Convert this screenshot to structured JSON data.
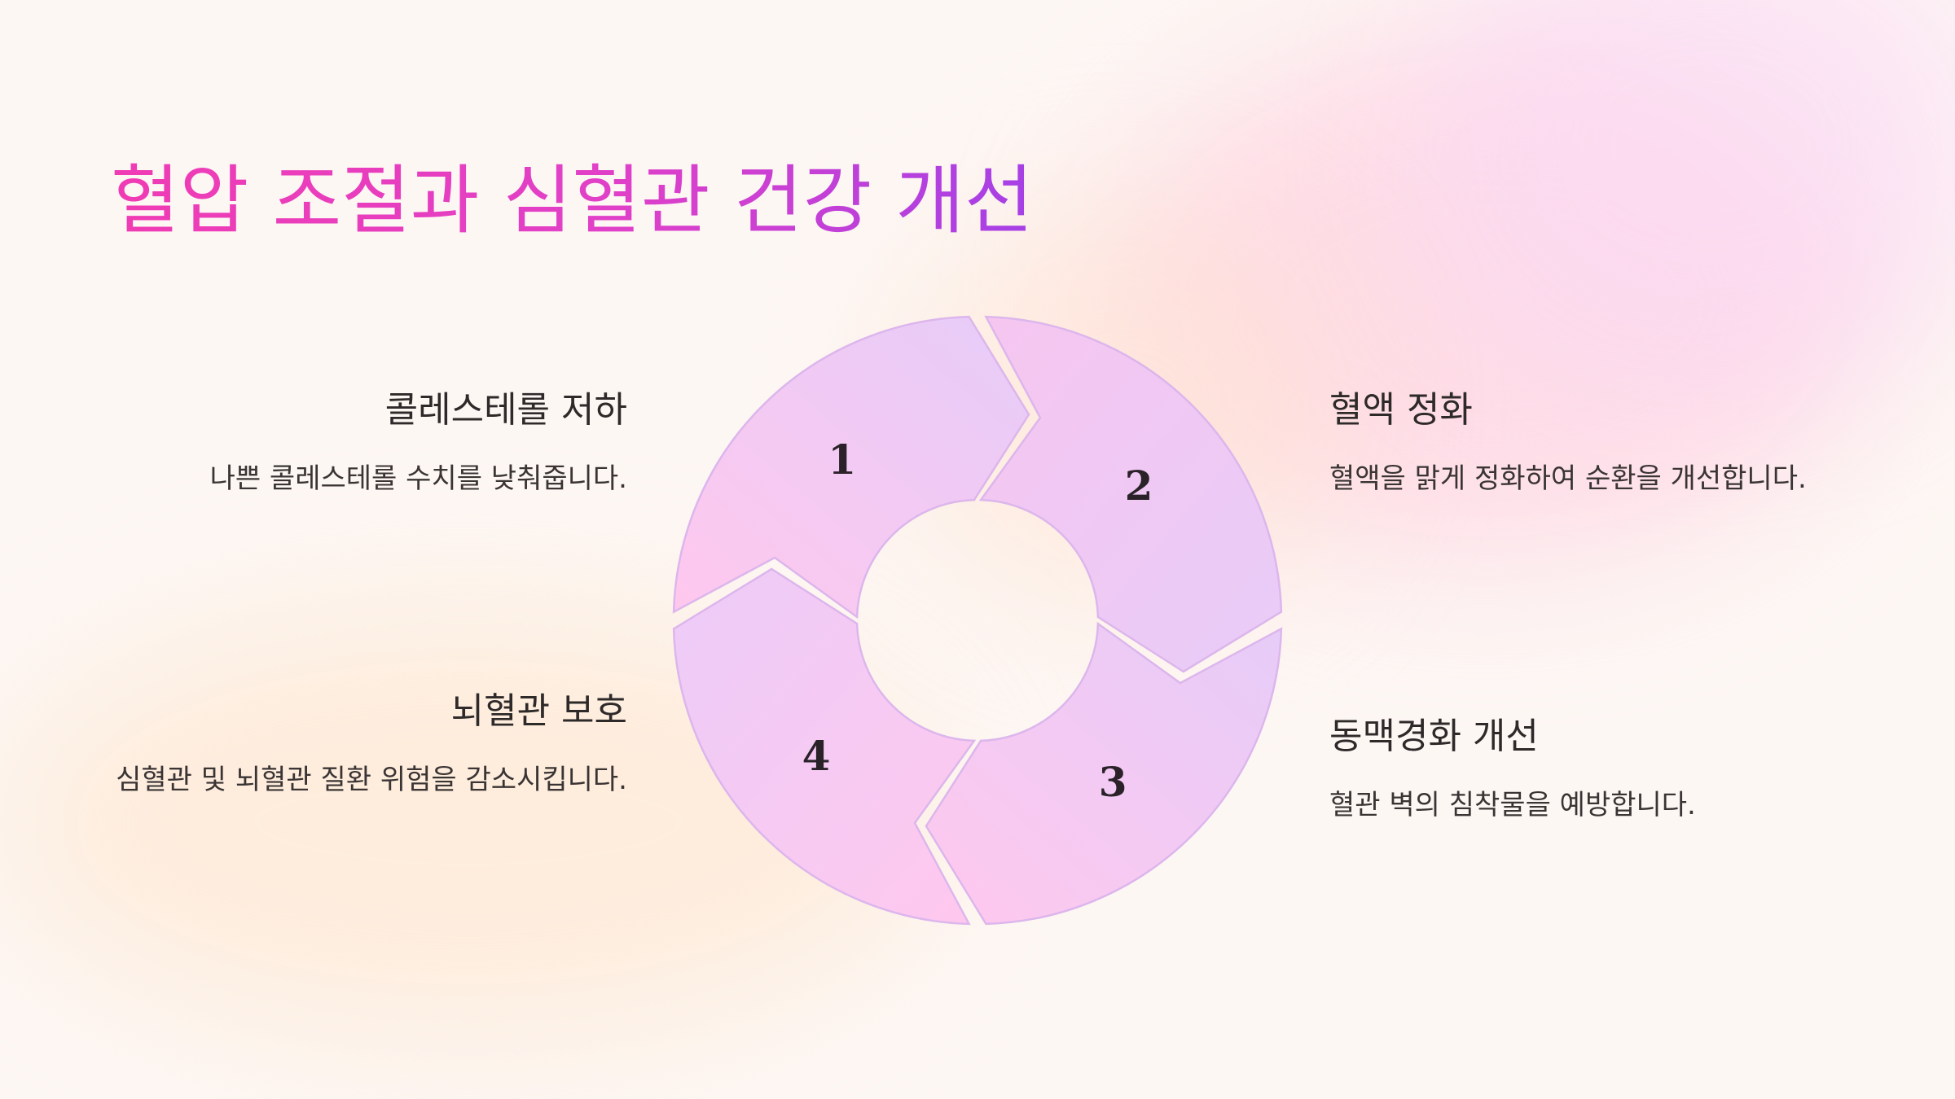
{
  "title": "혈압 조절과 심혈관 건강 개선",
  "steps": [
    {
      "number": "1",
      "heading": "콜레스테롤 저하",
      "text": "나쁜 콜레스테롤 수치를 낮춰줍니다."
    },
    {
      "number": "2",
      "heading": "혈액 정화",
      "text": "혈액을 맑게 정화하여 순환을 개선합니다."
    },
    {
      "number": "3",
      "heading": "동맥경화 개선",
      "text": "혈관 벽의 침착물을 예방합니다."
    },
    {
      "number": "4",
      "heading": "뇌혈관 보호",
      "text": "심혈관 및 뇌혈관 질환 위험을 감소시킵니다."
    }
  ],
  "colors": {
    "segment_light": "#ffc8ee",
    "segment_violet": "#e6ccf8",
    "segment_stroke": "#dcb6ec",
    "title_start": "#f03cb4",
    "title_end": "#a540e6"
  }
}
